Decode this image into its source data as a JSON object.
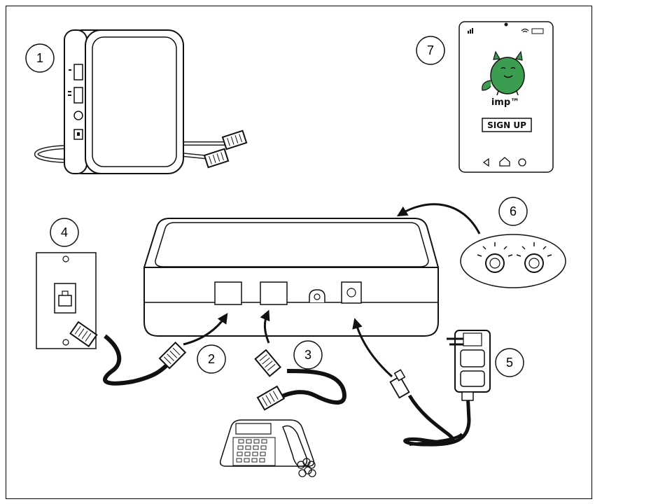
{
  "diagram": {
    "callouts": {
      "router": "1",
      "phone_line_jack": "2",
      "phone_port": "3",
      "wall_jack": "4",
      "power_adapter": "5",
      "status_lights": "6",
      "phone_app": "7"
    },
    "phone_app": {
      "app_name": "imp™",
      "signup_label": "SIGN UP"
    }
  }
}
